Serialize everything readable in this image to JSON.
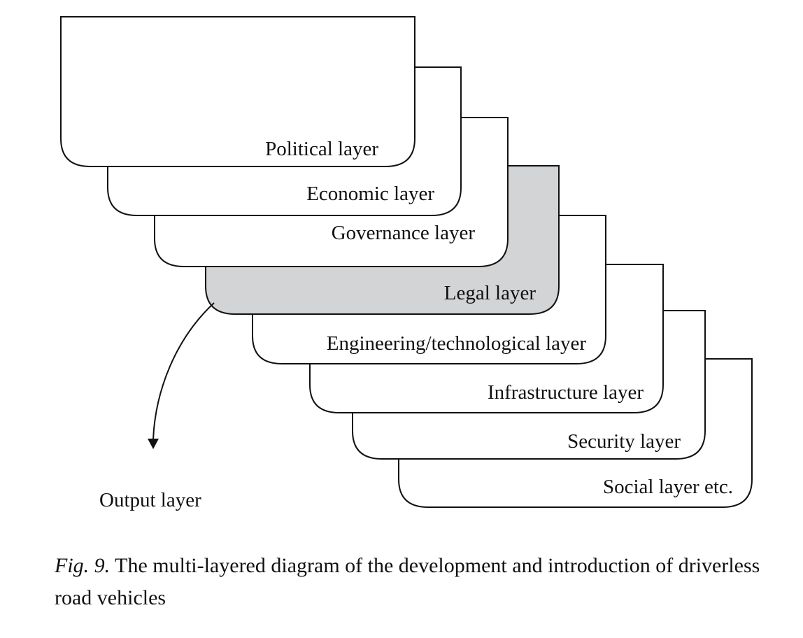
{
  "diagram": {
    "layers": [
      {
        "label": "Political layer",
        "highlighted": false
      },
      {
        "label": "Economic layer",
        "highlighted": false
      },
      {
        "label": "Governance layer",
        "highlighted": false
      },
      {
        "label": "Legal layer",
        "highlighted": true
      },
      {
        "label": "Engineering/technological layer",
        "highlighted": false
      },
      {
        "label": "Infrastructure layer",
        "highlighted": false
      },
      {
        "label": "Security layer",
        "highlighted": false
      },
      {
        "label": "Social layer etc.",
        "highlighted": false
      }
    ],
    "output_label": "Output layer",
    "colors": {
      "highlight_fill": "#d3d4d6",
      "default_fill": "#ffffff",
      "stroke": "#111111"
    }
  },
  "caption": {
    "fig_ref": "Fig. 9.",
    "text": " The multi-layered diagram of the development and introduction of driverless road vehicles"
  }
}
